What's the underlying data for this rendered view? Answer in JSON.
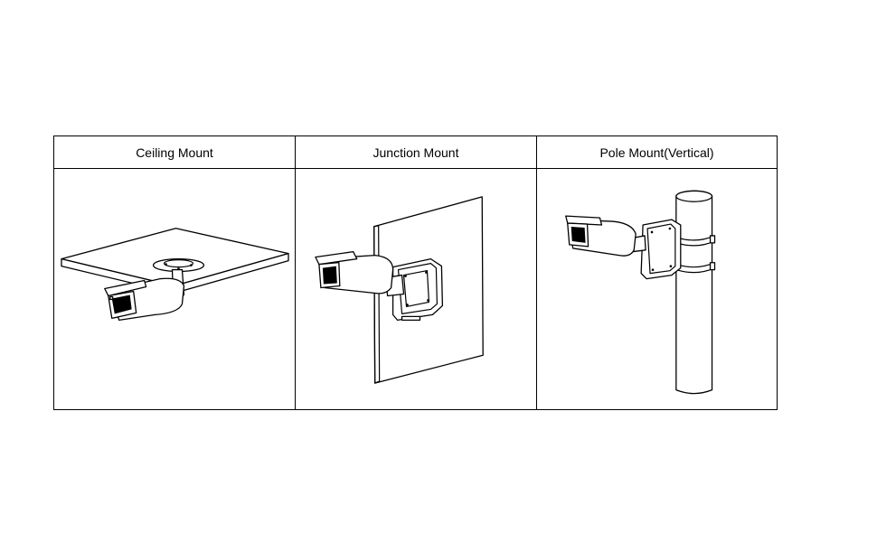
{
  "table": {
    "columns": [
      {
        "header": "Ceiling Mount",
        "illustration": "bullet-camera-ceiling-mount"
      },
      {
        "header": "Junction Mount",
        "illustration": "bullet-camera-junction-box-wall-mount"
      },
      {
        "header": "Pole Mount(Vertical)",
        "illustration": "bullet-camera-pole-mount"
      }
    ]
  }
}
